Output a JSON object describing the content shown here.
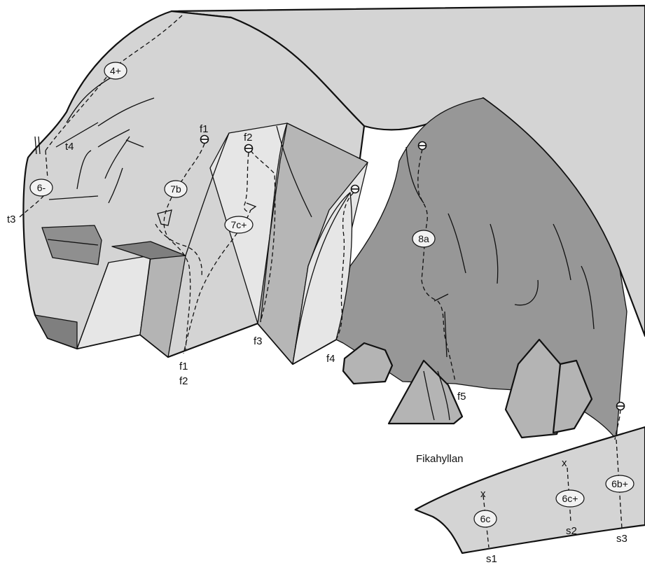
{
  "colors": {
    "rock_light": "#d6d6d6",
    "rock_lighter": "#e6e6e6",
    "rock_mid": "#b4b4b4",
    "rock_dark": "#969696",
    "rock_darker": "#7d7d7d",
    "line": "#111111"
  },
  "icons": {
    "anchor": "bolt-anchor-icon",
    "top_out": "x-mark-icon"
  },
  "grades": {
    "g1": "4+",
    "g2": "6-",
    "g3": "7b",
    "g4": "7c+",
    "g5": "8a",
    "g6": "6c",
    "g7": "6c+",
    "g8": "6b+"
  },
  "labels": {
    "t3": "t3",
    "t4": "t4",
    "f1_top": "f1",
    "f2_top": "f2",
    "f1_bottom": "f1",
    "f2_bottom": "f2",
    "f3": "f3",
    "f4": "f4",
    "f5": "f5",
    "s1": "s1",
    "s2": "s2",
    "s3": "s3",
    "x1": "x",
    "x2": "x",
    "ledge": "Fikahyllan"
  }
}
